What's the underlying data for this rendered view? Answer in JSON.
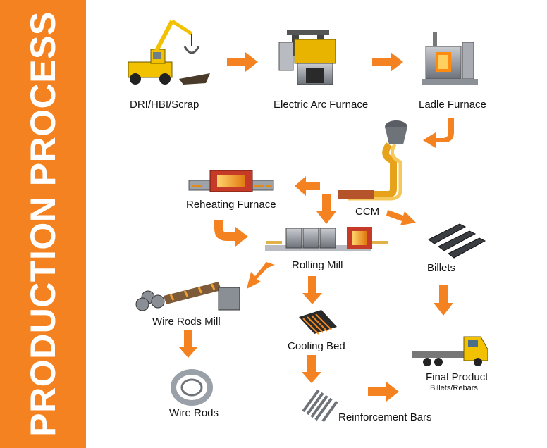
{
  "banner": {
    "title": "PRODUCTION PROCESS"
  },
  "steps": {
    "scrap": "DRI/HBI/Scrap",
    "eaf": "Electric Arc Furnace",
    "ladle": "Ladle Furnace",
    "ccm": "CCM",
    "reheating": "Reheating Furnace",
    "rolling": "Rolling Mill",
    "billets": "Billets",
    "wire_mill": "Wire Rods Mill",
    "cooling": "Cooling Bed",
    "wire_rods": "Wire Rods",
    "rebar": "Reinforcement Bars",
    "final": "Final Product",
    "final_sub": "Billets/Rebars"
  },
  "colors": {
    "accent": "#f58220",
    "text": "#111111",
    "steel": "#8a8f96",
    "hot": "#f0a030"
  }
}
